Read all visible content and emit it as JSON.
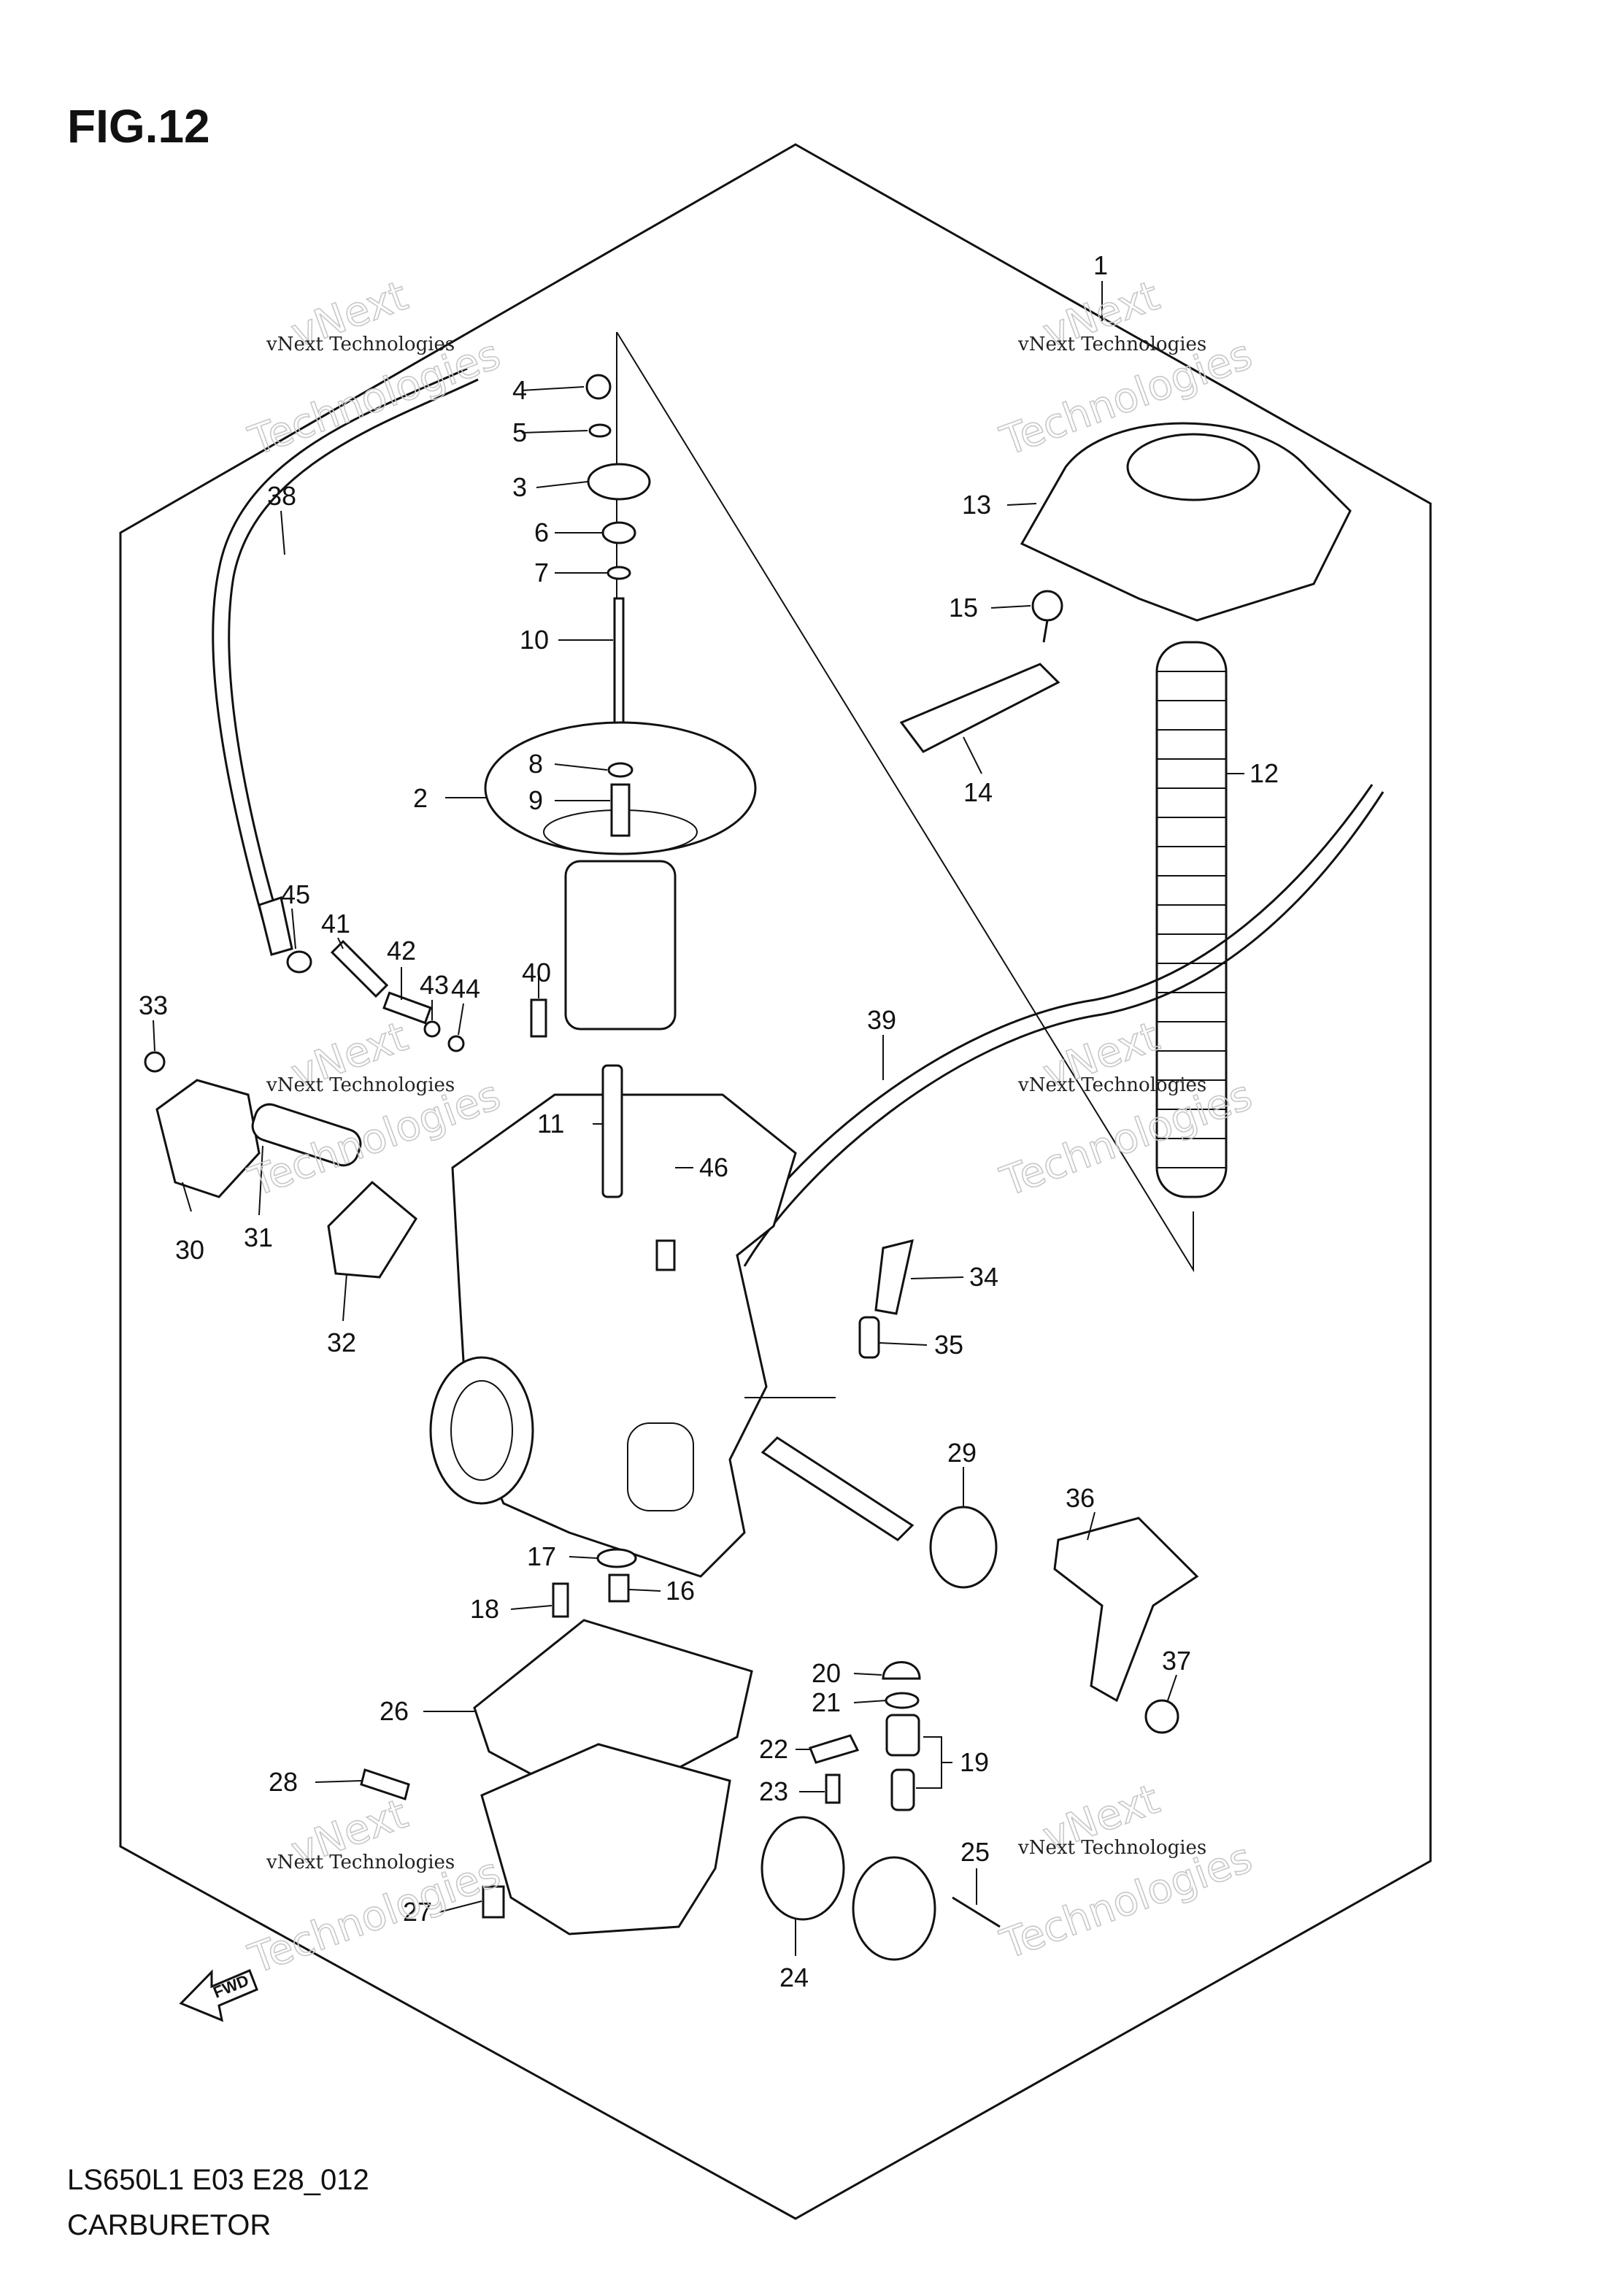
{
  "figure": {
    "title": "FIG.12",
    "model_code": "LS650L1 E03 E28_012",
    "caption": "CARBURETOR"
  },
  "watermark": {
    "line1": "vNext Technologies",
    "line2": "Technologies",
    "line3": "vNext"
  },
  "fwd_label": "FWD",
  "callouts": {
    "c1": "1",
    "c2": "2",
    "c3": "3",
    "c4": "4",
    "c5": "5",
    "c6": "6",
    "c7": "7",
    "c8": "8",
    "c9": "9",
    "c10": "10",
    "c11": "11",
    "c12": "12",
    "c13": "13",
    "c14": "14",
    "c15": "15",
    "c16": "16",
    "c17": "17",
    "c18": "18",
    "c19": "19",
    "c20": "20",
    "c21": "21",
    "c22": "22",
    "c23": "23",
    "c24": "24",
    "c25": "25",
    "c26": "26",
    "c27": "27",
    "c28": "28",
    "c29": "29",
    "c30": "30",
    "c31": "31",
    "c32": "32",
    "c33": "33",
    "c34": "34",
    "c35": "35",
    "c36": "36",
    "c37": "37",
    "c38": "38",
    "c39": "39",
    "c40": "40",
    "c41": "41",
    "c42": "42",
    "c43": "43",
    "c44": "44",
    "c45": "45",
    "c46": "46"
  }
}
